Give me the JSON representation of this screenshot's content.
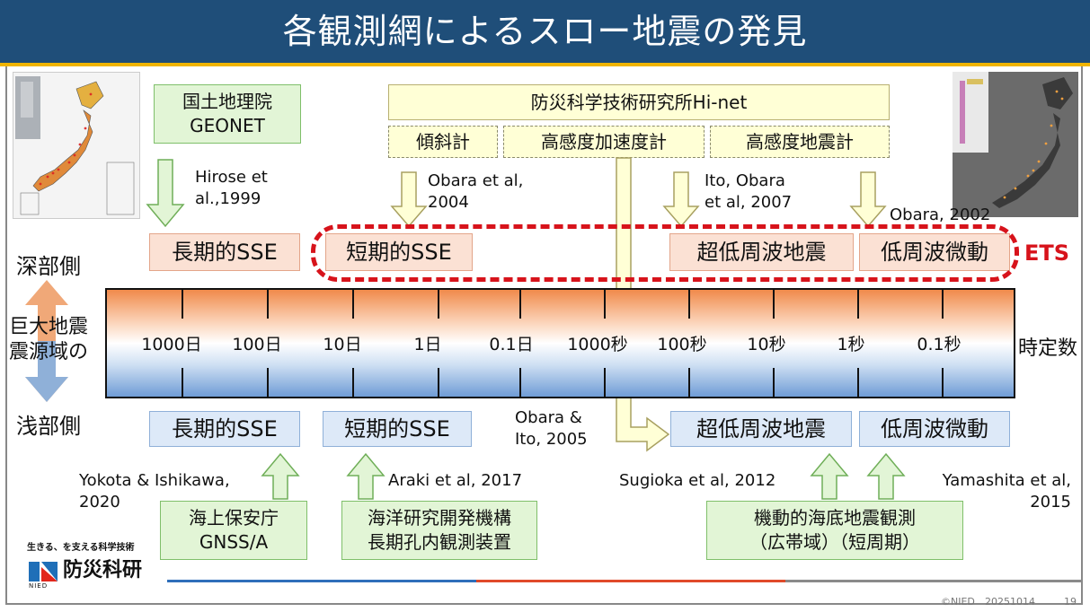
{
  "title": "各観測網によるスロー地震の発見",
  "observation_networks": {
    "gsi": {
      "line1": "国土地理院",
      "line2": "GEONET"
    },
    "hinet": {
      "name": "防災科学技術研究所Hi-net",
      "sub": [
        "傾斜計",
        "高感度加速度計",
        "高感度地震計"
      ]
    },
    "jcg": {
      "line1": "海上保安庁",
      "line2": "GNSS/A"
    },
    "jamstec": {
      "line1": "海洋研究開発機構",
      "line2": "長期孔内観測装置"
    },
    "obs": {
      "line1": "機動的海底地震観測",
      "line2": "（広帯域）（短周期）"
    }
  },
  "references_top": {
    "hirose": [
      "Hirose et",
      "al.,1999"
    ],
    "obara2004": [
      "Obara et al,",
      "2004"
    ],
    "ito2007": [
      "Ito, Obara",
      "et al, 2007"
    ],
    "obara2002": "Obara, 2002"
  },
  "references_bottom": {
    "yokota": [
      "Yokota & Ishikawa,",
      "2020"
    ],
    "araki": "Araki et al, 2017",
    "obara_ito": [
      "Obara &",
      "Ito, 2005"
    ],
    "sugioka": "Sugioka et al, 2012",
    "yamashita": [
      "Yamashita et al,",
      "2015"
    ]
  },
  "deep_events": [
    "長期的SSE",
    "短期的SSE",
    "超低周波地震",
    "低周波微動"
  ],
  "shallow_events": [
    "長期的SSE",
    "短期的SSE",
    "超低周波地震",
    "低周波微動"
  ],
  "ets_label": "ETS",
  "side_labels": {
    "deep": "深部側",
    "middle_line1": "巨大地震",
    "middle_line2": "震源域の",
    "shallow": "浅部側"
  },
  "time_axis": {
    "label": "時定数",
    "ticks": [
      "1000日",
      "100日",
      "10日",
      "1日",
      "0.1日",
      "1000秒",
      "100秒",
      "10秒",
      "1秒",
      "0.1秒"
    ]
  },
  "logo": {
    "tagline": "生きる、を支える科学技術",
    "name": "防災科研",
    "sub": "NIED"
  },
  "footer": {
    "copyright": "©NIED",
    "date": "20251014",
    "page": "19"
  },
  "colors": {
    "title_bg": "#1f4e79",
    "accent_gold": "#f0b400",
    "ets_red": "#d7131b",
    "deep_orange": "#f08a4b",
    "shallow_blue": "#6f9cd6"
  }
}
